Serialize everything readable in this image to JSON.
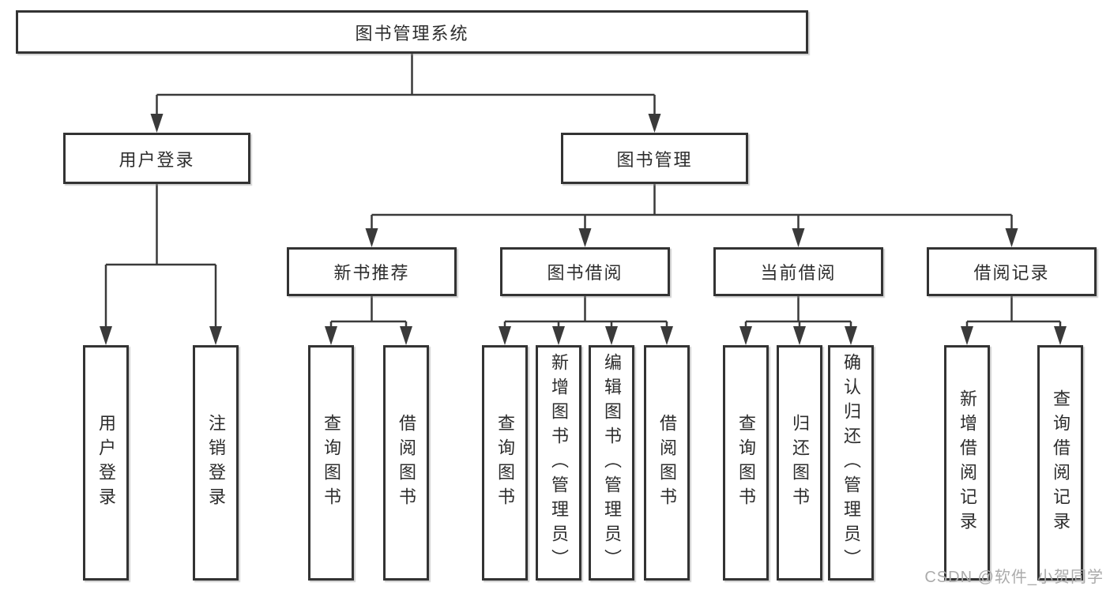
{
  "tree": {
    "label": "图书管理系统",
    "children": [
      {
        "label": "用户登录",
        "children": [
          {
            "label": "用户登录"
          },
          {
            "label": "注销登录"
          }
        ]
      },
      {
        "label": "图书管理",
        "children": [
          {
            "label": "新书推荐",
            "children": [
              {
                "label": "查询图书"
              },
              {
                "label": "借阅图书"
              }
            ]
          },
          {
            "label": "图书借阅",
            "children": [
              {
                "label": "查询图书"
              },
              {
                "label": "新增图书（管理员）"
              },
              {
                "label": "编辑图书（管理员）"
              },
              {
                "label": "借阅图书"
              }
            ]
          },
          {
            "label": "当前借阅",
            "children": [
              {
                "label": "查询图书"
              },
              {
                "label": "归还图书"
              },
              {
                "label": "确认归还（管理员）"
              }
            ]
          },
          {
            "label": "借阅记录",
            "children": [
              {
                "label": "新增借阅记录"
              },
              {
                "label": "查询借阅记录"
              }
            ]
          }
        ]
      }
    ]
  },
  "watermark": {
    "text": "CSDN @软件_小贺同学"
  },
  "colors": {
    "line": "#3a3a3a",
    "box_border": "#333333",
    "box_fill": "#ffffff",
    "text": "#2d2d2d",
    "watermark": "#ababab",
    "background": "#ffffff"
  }
}
